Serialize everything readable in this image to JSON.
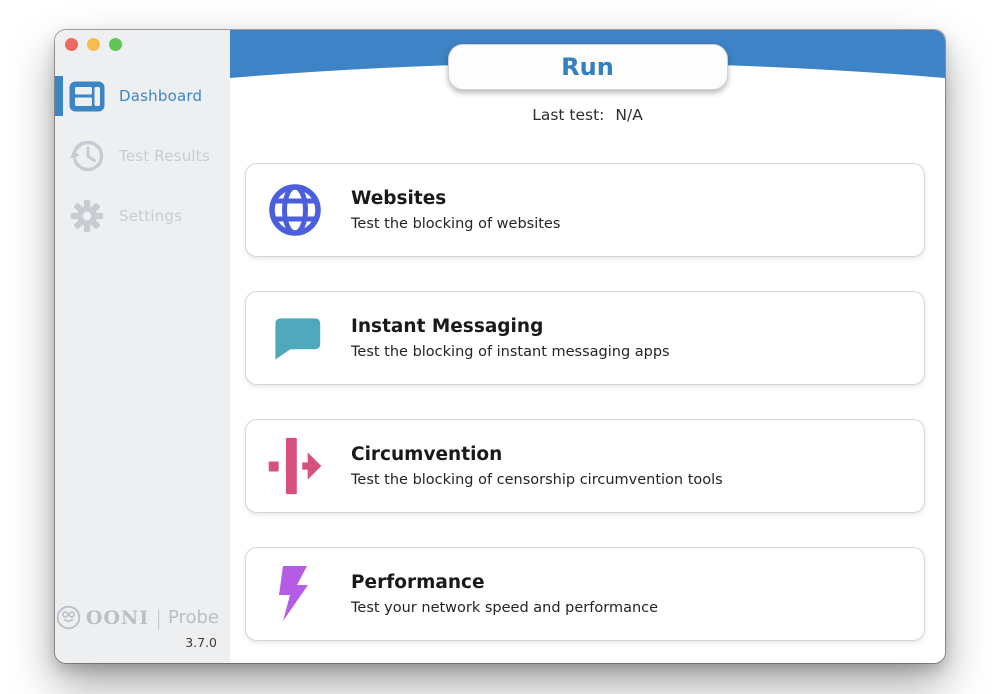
{
  "window_controls": {
    "close": "close",
    "minimize": "minimize",
    "zoom": "zoom"
  },
  "sidebar": {
    "items": [
      {
        "label": "Dashboard",
        "active": true
      },
      {
        "label": "Test Results",
        "active": false
      },
      {
        "label": "Settings",
        "active": false
      }
    ],
    "logo": {
      "brand": "OONI",
      "separator": "|",
      "product": "Probe"
    },
    "version": "3.7.0"
  },
  "header": {
    "run_label": "Run"
  },
  "status": {
    "last_test_label": "Last test:",
    "last_test_value": "N/A"
  },
  "cards": [
    {
      "title": "Websites",
      "description": "Test the blocking of websites",
      "icon": "globe-icon",
      "color": "#4a5ede"
    },
    {
      "title": "Instant Messaging",
      "description": "Test the blocking of instant messaging apps",
      "icon": "chat-bubble-icon",
      "color": "#4fa8bc"
    },
    {
      "title": "Circumvention",
      "description": "Test the blocking of censorship circumvention tools",
      "icon": "arrow-through-wall-icon",
      "color": "#d8507c"
    },
    {
      "title": "Performance",
      "description": "Test your network speed and performance",
      "icon": "lightning-bolt-icon",
      "color": "#b45ce6"
    }
  ],
  "colors": {
    "header_blue": "#3e83c5",
    "active_item_blue": "#3d86c6",
    "sidebar_bg": "#edeff0",
    "inactive_gray": "#c7ccd2",
    "traffic_red": "#ed6a5f",
    "traffic_yellow": "#f5bd4f",
    "traffic_green": "#61c454"
  }
}
